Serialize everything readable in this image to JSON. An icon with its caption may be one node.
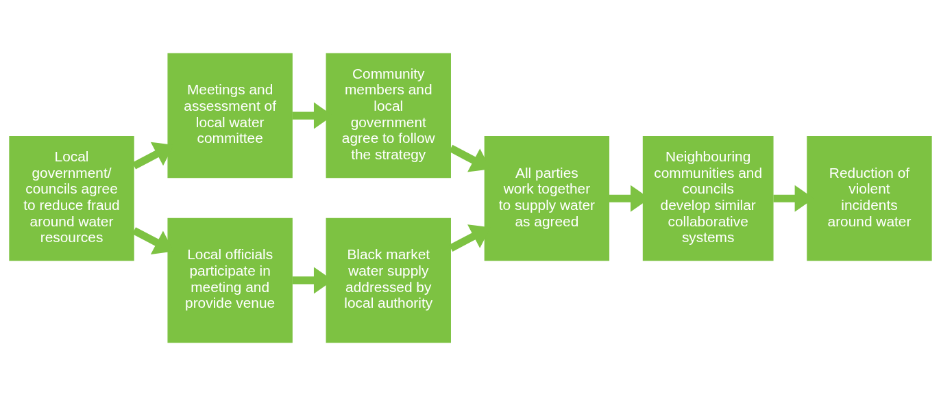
{
  "diagram": {
    "nodes": [
      {
        "text": [
          "Local government/ councils agree to reduce fraud around water resources"
        ]
      },
      {
        "text": [
          "Meetings and assessment of local water committee"
        ]
      },
      {
        "text": [
          "Community members and local government agree to follow the strategy"
        ]
      },
      {
        "text": [
          "Local officials participate in meeting and provide venue"
        ]
      },
      {
        "text": [
          "Black market water supply addressed by local authority"
        ]
      },
      {
        "text": [
          "All parties work together to supply water as agreed"
        ]
      },
      {
        "text": [
          "Neighbouring communities and councils develop similar collaborative systems"
        ]
      },
      {
        "text": [
          "Reduction of violent incidents around water"
        ]
      }
    ],
    "edges": [
      {
        "from": 0,
        "to": 1,
        "arrow": "to"
      },
      {
        "from": 0,
        "to": 3,
        "arrow": "to"
      },
      {
        "from": 1,
        "to": 2,
        "arrow": "to"
      },
      {
        "from": 3,
        "to": 4,
        "arrow": "to"
      },
      {
        "from": 2,
        "to": 5,
        "arrow": "to"
      },
      {
        "from": 4,
        "to": 5,
        "arrow": "to"
      },
      {
        "from": 5,
        "to": 6,
        "arrow": "to"
      },
      {
        "from": 6,
        "to": 7,
        "arrow": "to"
      }
    ]
  }
}
